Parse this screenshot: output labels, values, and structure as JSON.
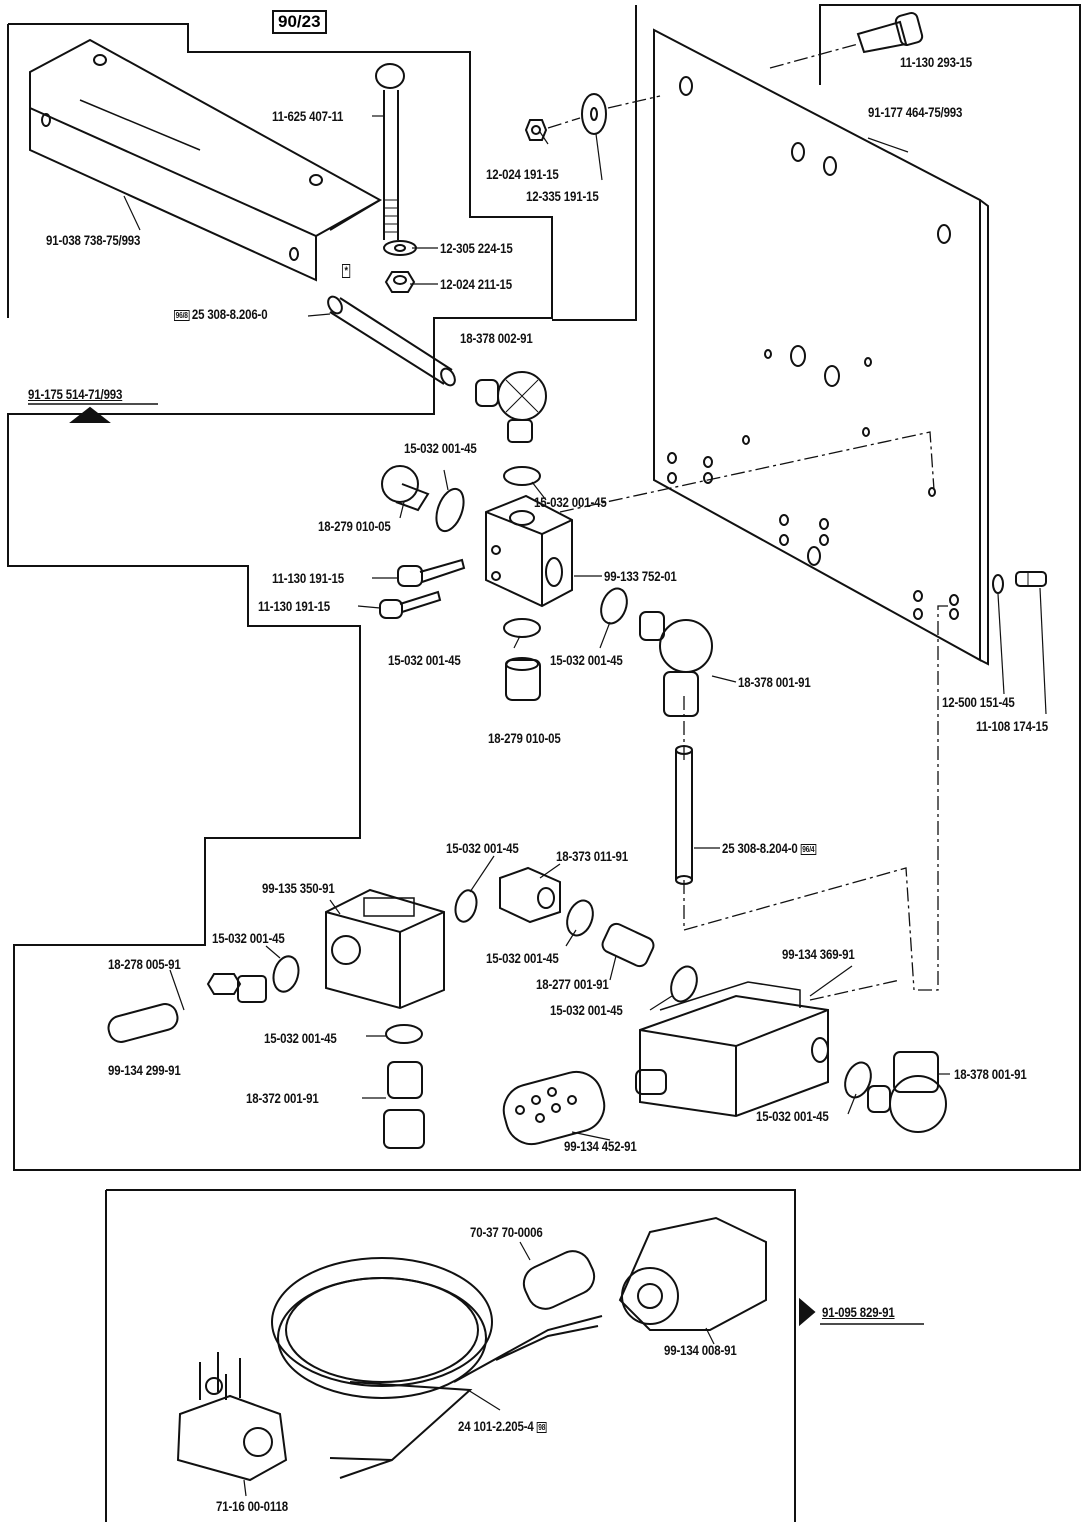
{
  "ref_box": "90/23",
  "labels": {
    "l01": "11-130 293-15",
    "l02": "91-177 464-75/993",
    "l03": "11-625 407-11",
    "l04": "12-024 191-15",
    "l05": "12-335 191-15",
    "l06": "91-038 738-75/993",
    "l07": "12-305 224-15",
    "l08": "12-024 211-15",
    "l09": "25 308-8.206-0",
    "l10": "18-378 002-91",
    "l11": "91-175 514-71/993",
    "l12": "15-032 001-45",
    "l13": "15-032 001-45",
    "l14": "18-279 010-05",
    "l15": "11-130 191-15",
    "l16": "99-133 752-01",
    "l17": "11-130 191-15",
    "l18": "15-032 001-45",
    "l19": "15-032 001-45",
    "l20": "18-378 001-91",
    "l21": "18-279 010-05",
    "l22": "12-500 151-45",
    "l23": "11-108 174-15",
    "l24": "25 308-8.204-0",
    "l25": "15-032 001-45",
    "l26": "18-373 011-91",
    "l27": "99-135 350-91",
    "l28": "15-032 001-45",
    "l29": "18-278 005-91",
    "l30": "15-032 001-45",
    "l31": "18-277 001-91",
    "l32": "99-134 369-91",
    "l33": "15-032 001-45",
    "l34": "99-134 299-91",
    "l35": "15-032 001-45",
    "l36": "18-372 001-91",
    "l37": "18-378 001-91",
    "l38": "15-032 001-45",
    "l39": "99-134 452-91",
    "l40": "70-37 70-0006",
    "l41": "91-095 829-91",
    "l42": "99-134 008-91",
    "l43": "24 101-2.205-4",
    "l44": "71-16 00-0118"
  },
  "tags": {
    "t1": "96/8",
    "t2": "96/4",
    "t3": "98",
    "star": "*"
  }
}
